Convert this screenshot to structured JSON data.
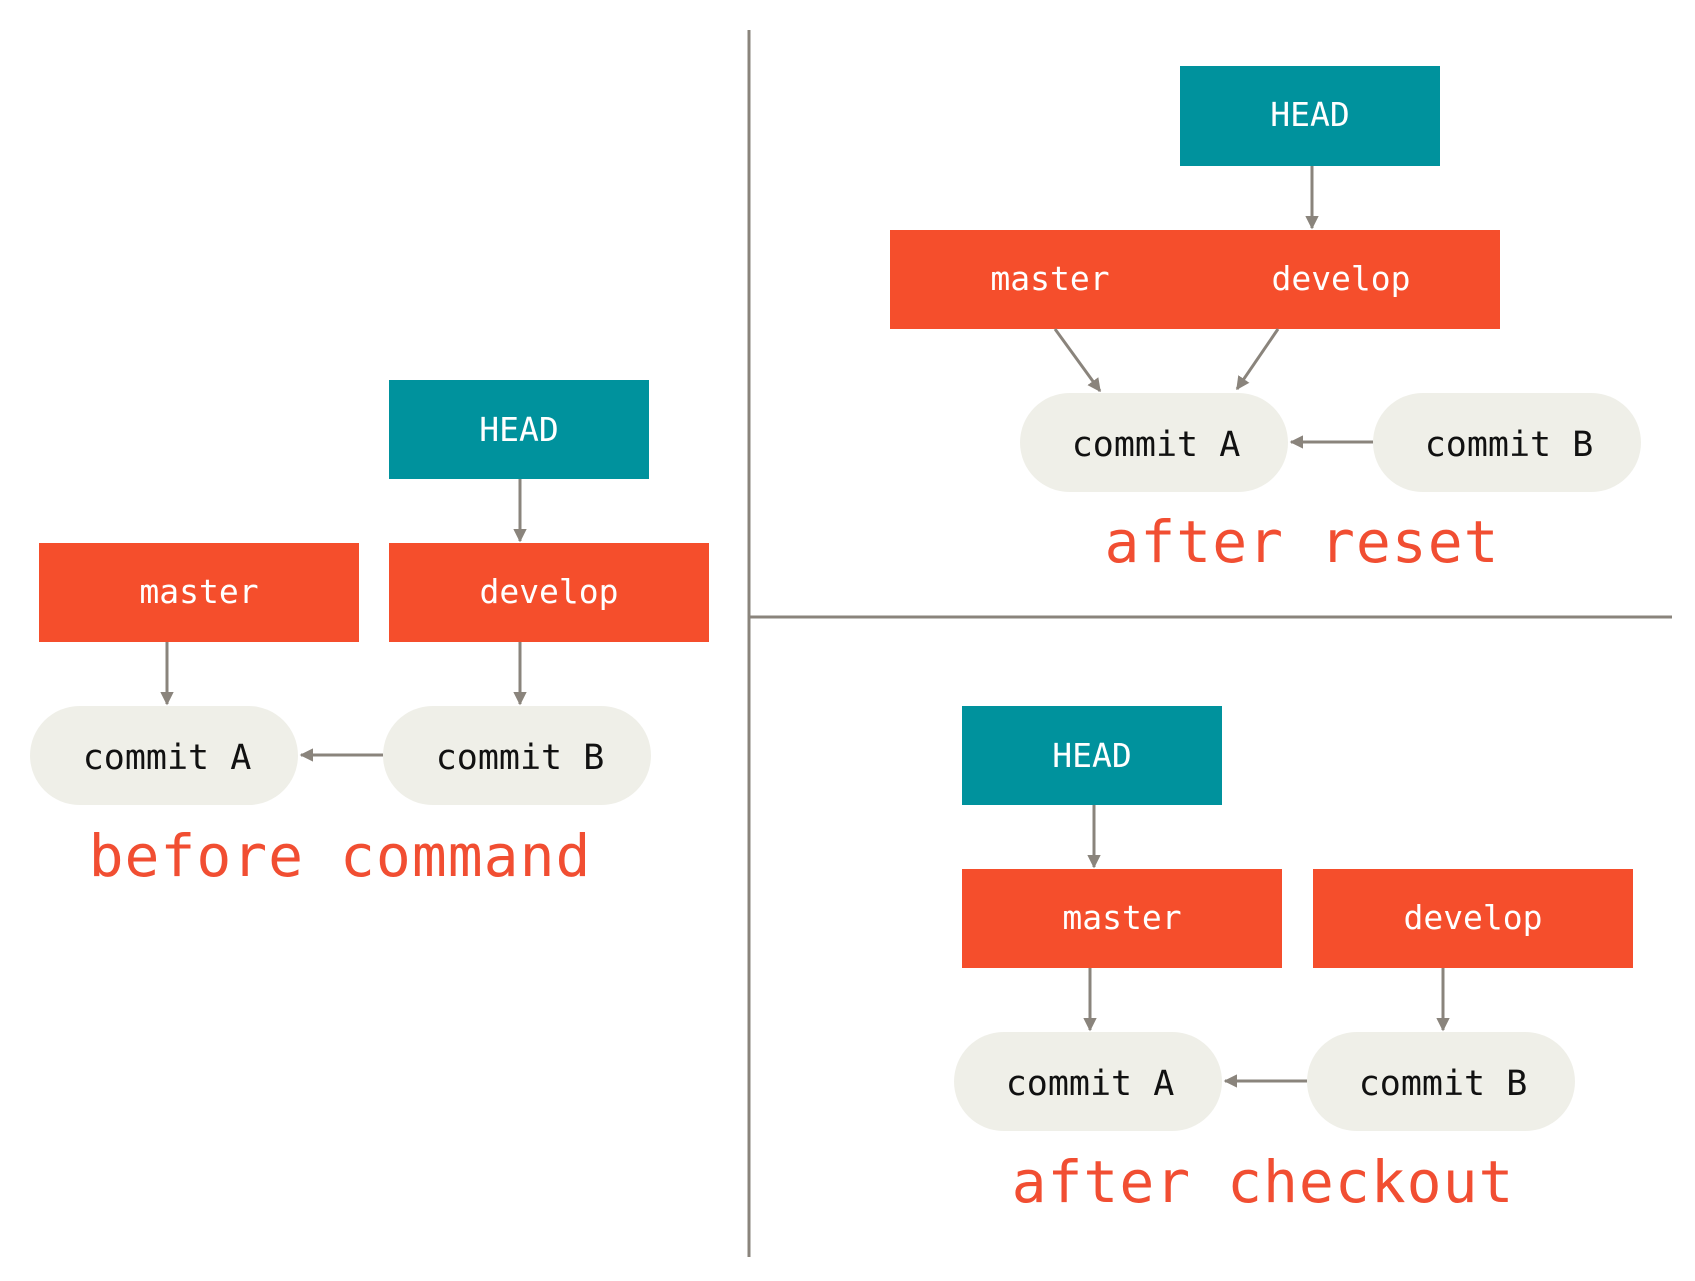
{
  "colors": {
    "head": "#00929d",
    "branch": "#f54e2c",
    "commit_bg": "#efefe8",
    "arrow": "#8a847c",
    "caption": "#f14e32"
  },
  "before": {
    "head": "HEAD",
    "master": "master",
    "develop": "develop",
    "commit_a": "commit A",
    "commit_b": "commit B",
    "caption": "before command"
  },
  "reset": {
    "head": "HEAD",
    "master": "master",
    "develop": "develop",
    "commit_a": "commit A",
    "commit_b": "commit B",
    "caption": "after reset"
  },
  "checkout": {
    "head": "HEAD",
    "master": "master",
    "develop": "develop",
    "commit_a": "commit A",
    "commit_b": "commit B",
    "caption": "after checkout"
  }
}
